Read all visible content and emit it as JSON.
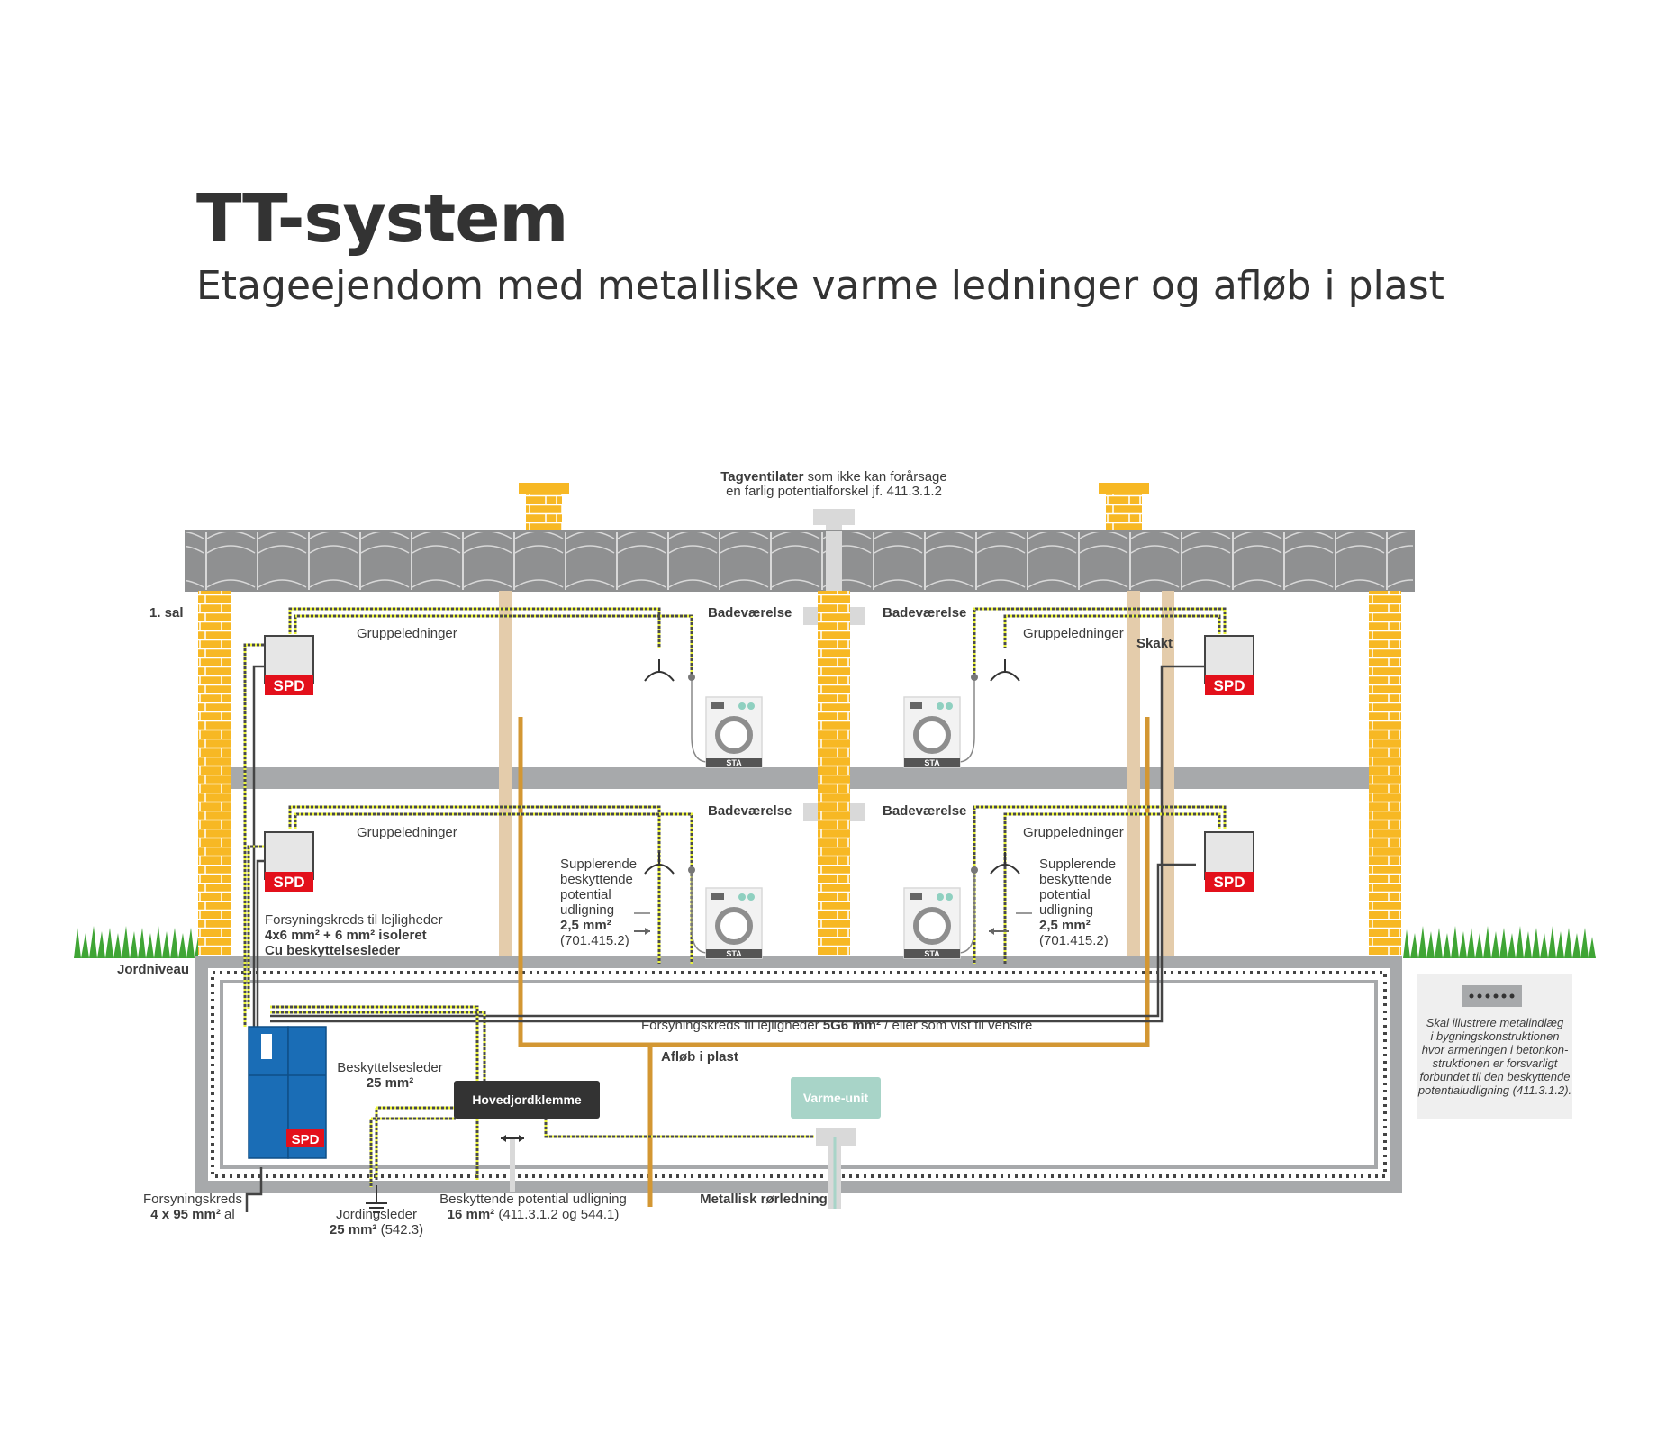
{
  "title": "TT-system",
  "subtitle": "Etageejendom med metalliske varme ledninger og afløb i plast",
  "labels": {
    "floor_1": "1. sal",
    "ground": "Jordniveau",
    "roof_vent_bold": "Tagventilater",
    "roof_vent_rest": " som ikke kan forårsage",
    "roof_vent_line2": "en farlig potentialforskel jf. 411.3.1.2",
    "bathroom": "Badeværelse",
    "group_lines": "Gruppeledninger",
    "shaft": "Skakt",
    "spd": "SPD",
    "sta": "STA",
    "supp_l1": "Supplerende",
    "supp_l2": "beskyttende",
    "supp_l3": "potential",
    "supp_l4": "udligning",
    "supp_l5": "2,5 mm²",
    "supp_l6": "(701.415.2)",
    "supply_apart_l1": "Forsyningskreds til lejligheder",
    "supply_apart_l2": "4x6 mm² + 6 mm² isoleret",
    "supply_apart_l3": "Cu beskyttelsesleder",
    "supply_apart_5g6_pre": "Forsyningskreds til lejligheder ",
    "supply_apart_5g6_bold": "5G6 mm²",
    "supply_apart_5g6_post": " / eller som vist til venstre",
    "drain": "Afløb i plast",
    "protective_cond_l1": "Beskyttelsesleder",
    "protective_cond_l2": "25 mm²",
    "main_earth": "Hovedjordklemme",
    "heat_unit": "Varme-unit",
    "supply_main_l1": "Forsyningskreds",
    "supply_main_l2_bold": "4 x 95 mm²",
    "supply_main_l2_rest": " al",
    "earth_cond_l1": "Jordingsleder",
    "earth_cond_l2_bold": "25 mm²",
    "earth_cond_l2_rest": " (542.3)",
    "bond_l1": "Beskyttende potential udligning",
    "bond_l2_bold": "16 mm²",
    "bond_l2_rest": " (411.3.1.2 og 544.1)",
    "metal_pipe": "Metallisk rørledning",
    "legend_l1": "Skal illustrere metalindlæg",
    "legend_l2": "i bygningskonstruktionen",
    "legend_l3": "hvor armeringen i betonkon-",
    "legend_l4": "struktionen er forsvarligt",
    "legend_l5": "forbundet til den beskyttende",
    "legend_l6": "potentialudligning (411.3.1.2)."
  },
  "colors": {
    "brick": "#f7b824",
    "roof": "#8f9091",
    "slab": "#a7a9ab",
    "spd_red": "#e3101b",
    "panel_blue": "#1a6db6",
    "drain": "#d39733",
    "heat_unit": "#a8d4c8",
    "wire_yellow": "#e9f23a",
    "grass": "#3fa535",
    "pipe_beige": "#e4ccab"
  }
}
